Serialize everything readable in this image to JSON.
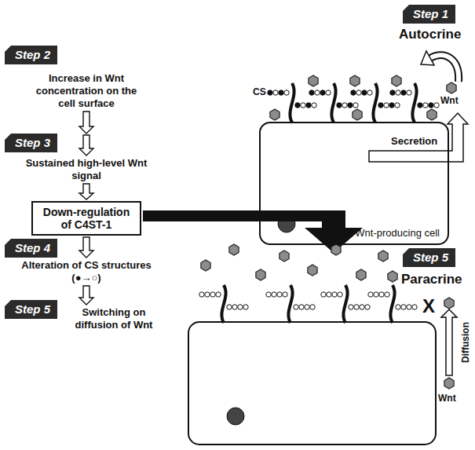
{
  "diagram": {
    "nodes": [
      {
        "text": [
          "Step 1"
        ]
      },
      {
        "text": [
          "Step 2"
        ]
      },
      {
        "text": [
          "Increase in Wnt concentration on the cell surface"
        ]
      },
      {
        "text": [
          "Step 3"
        ]
      },
      {
        "text": [
          "Sustained high-level Wnt signal"
        ]
      },
      {
        "text": [
          "Down-regulation of C4ST-1"
        ]
      },
      {
        "text": [
          "Step 4"
        ]
      },
      {
        "text": [
          "Alteration of CS structures (●→○)"
        ]
      },
      {
        "text": [
          "Step 5"
        ]
      },
      {
        "text": [
          "Switching on diffusion of Wnt"
        ]
      },
      {
        "text": [
          "Wnt-producing cell"
        ]
      },
      {
        "text": [
          "Step 5"
        ]
      }
    ],
    "edges": [
      {
        "from": 2,
        "to": 4,
        "arrow": "to"
      },
      {
        "from": 4,
        "to": 5,
        "arrow": "to"
      },
      {
        "from": 5,
        "to": 7,
        "arrow": "to"
      },
      {
        "from": 7,
        "to": 9,
        "arrow": "to"
      }
    ],
    "labels": [
      "Autocrine",
      "CS",
      "Wnt",
      "Secretion",
      "Paracrine",
      "X",
      "Diffusion",
      "Wnt"
    ]
  }
}
